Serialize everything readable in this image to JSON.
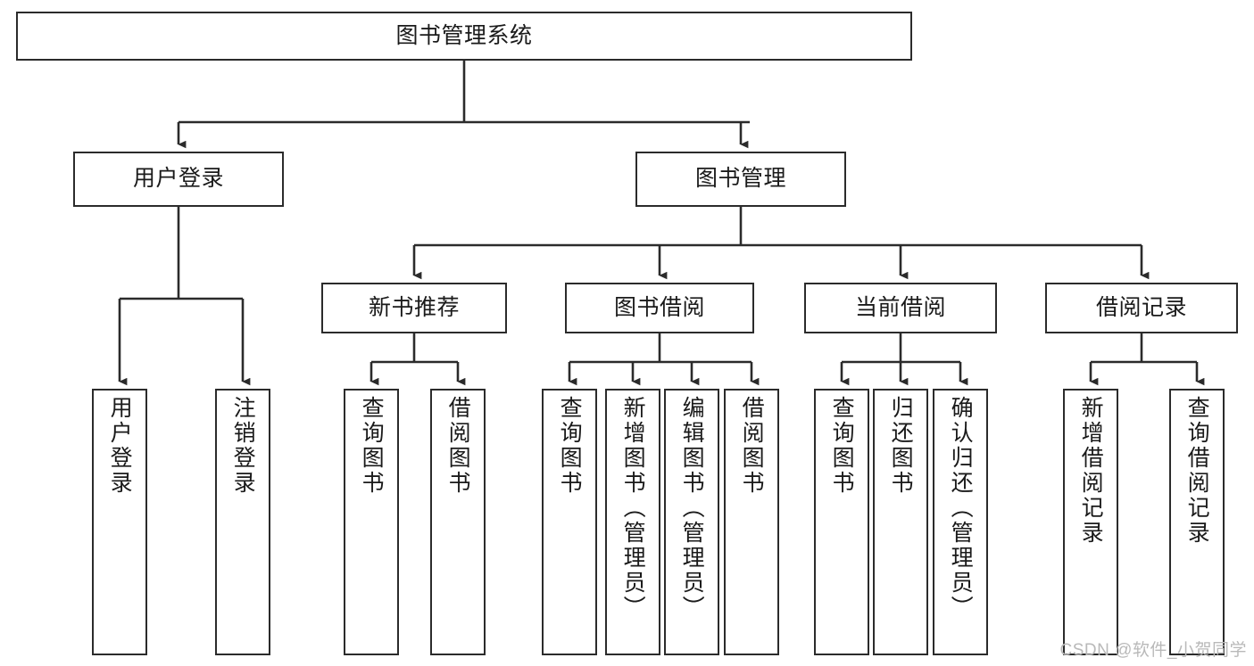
{
  "diagram": {
    "title": "图书管理系统",
    "type": "tree-hierarchy-chart",
    "watermark": "CSDN @软件_小贺同学",
    "line_color": "#2b2b2b",
    "box_fill": "#ffffff",
    "text_color": "#1a1a1a",
    "root": {
      "label": "图书管理系统"
    },
    "level2": [
      {
        "label": "用户登录"
      },
      {
        "label": "图书管理"
      }
    ],
    "level3": [
      {
        "label": "新书推荐"
      },
      {
        "label": "图书借阅"
      },
      {
        "label": "当前借阅"
      },
      {
        "label": "借阅记录"
      }
    ],
    "leaves": {
      "user_login": [
        {
          "label": "用户登录"
        },
        {
          "label": "注销登录"
        }
      ],
      "new_book_recommend": [
        {
          "label": "查询图书"
        },
        {
          "label": "借阅图书"
        }
      ],
      "book_borrow": [
        {
          "label": "查询图书"
        },
        {
          "label": "新增图书（管理员）"
        },
        {
          "label": "编辑图书（管理员）"
        },
        {
          "label": "借阅图书"
        }
      ],
      "current_borrow": [
        {
          "label": "查询图书"
        },
        {
          "label": "归还图书"
        },
        {
          "label": "确认归还（管理员）"
        }
      ],
      "borrow_record": [
        {
          "label": "新增借阅记录"
        },
        {
          "label": "查询借阅记录"
        }
      ]
    }
  }
}
